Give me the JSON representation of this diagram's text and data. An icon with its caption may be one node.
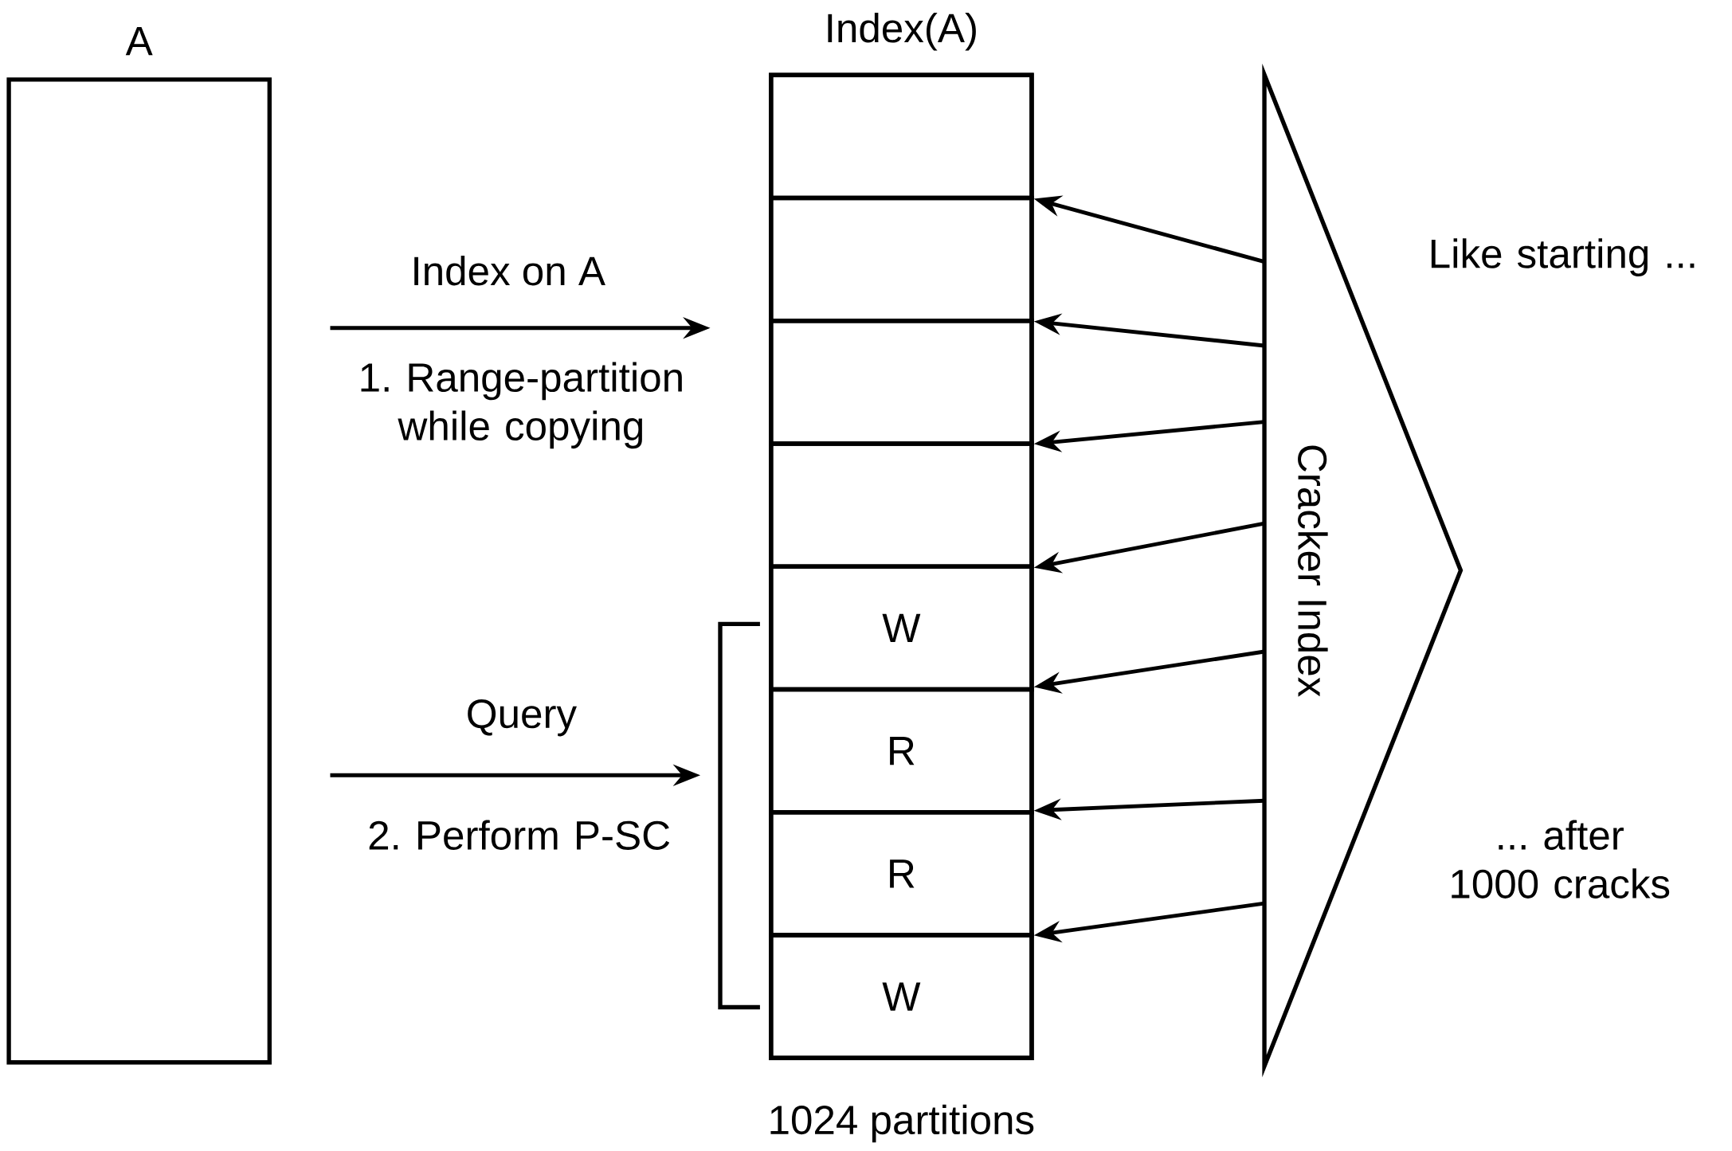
{
  "diagram": {
    "nodes": [
      {
        "text": [
          "A"
        ]
      },
      {
        "text": [
          "Index(A)"
        ],
        "beside": [
          "1024 partitions"
        ]
      },
      {
        "text": [],
        "shape": "box",
        "in": 1
      },
      {
        "text": [],
        "shape": "box",
        "in": 1
      },
      {
        "text": [],
        "shape": "box",
        "in": 1
      },
      {
        "text": [],
        "shape": "box",
        "in": 1
      },
      {
        "text": [
          "W"
        ],
        "in": 1
      },
      {
        "text": [
          "R"
        ],
        "in": 1
      },
      {
        "text": [
          "R"
        ],
        "in": 1
      },
      {
        "text": [
          "W"
        ],
        "in": 1
      },
      {
        "text": [
          "Cracker Index"
        ]
      }
    ],
    "edges": [
      {
        "from": 0,
        "to": 1,
        "arrow": "to",
        "label": "Index on A"
      },
      {
        "from": 0,
        "to": 1,
        "arrow": "to",
        "label": "Query"
      },
      {
        "from": 10,
        "to": 1,
        "arrow": "to"
      },
      {
        "from": 10,
        "to": 1,
        "arrow": "to"
      },
      {
        "from": 10,
        "to": 1,
        "arrow": "to"
      },
      {
        "from": 10,
        "to": 1,
        "arrow": "to"
      },
      {
        "from": 10,
        "to": 1,
        "arrow": "to"
      },
      {
        "from": 10,
        "to": 1,
        "arrow": "to"
      },
      {
        "from": 10,
        "to": 1,
        "arrow": "to"
      }
    ],
    "labels": [
      "1. Range-partition while copying",
      "2. Perform P-SC",
      "Like starting ...",
      "... after 1000 cracks"
    ]
  }
}
